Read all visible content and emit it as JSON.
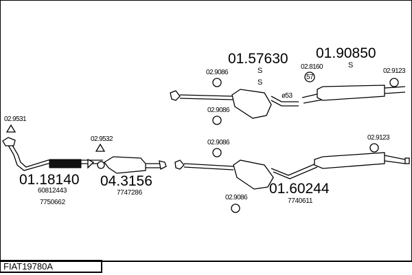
{
  "diagram_code": "FIAT19780A",
  "parts": {
    "front_pipe": {
      "number": "01.18140",
      "oem1": "60812443",
      "oem2": "7750662"
    },
    "catalyst": {
      "number": "04.3156",
      "oem": "7747286"
    },
    "middle_upper": {
      "number": "01.57630",
      "s1": "S",
      "s2": "S"
    },
    "rear_upper": {
      "number": "01.90850",
      "s": "S"
    },
    "middle_rear_lower": {
      "number": "01.60244",
      "oem": "7740611"
    }
  },
  "fittings": {
    "f1": "02.9531",
    "f2": "02.9532",
    "f3": "02.9086",
    "f4": "02.9086",
    "f5": "02.8160",
    "f6": "02.9123",
    "f7": "02.9086",
    "f8": "02.9123",
    "f9": "02.9086",
    "clamp_size": "57",
    "pipe_dia": "ø53"
  }
}
